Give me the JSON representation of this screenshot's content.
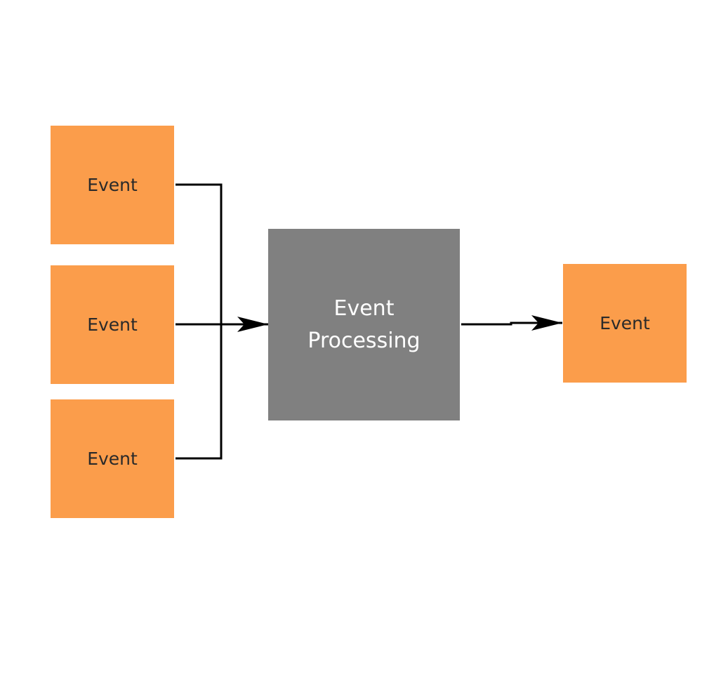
{
  "colors": {
    "event": "#FB9D4B",
    "processing": "#808080",
    "connector": "#000000"
  },
  "inputs": [
    {
      "label": "Event"
    },
    {
      "label": "Event"
    },
    {
      "label": "Event"
    }
  ],
  "processor": {
    "line1": "Event",
    "line2": "Processing"
  },
  "output": {
    "label": "Event"
  }
}
